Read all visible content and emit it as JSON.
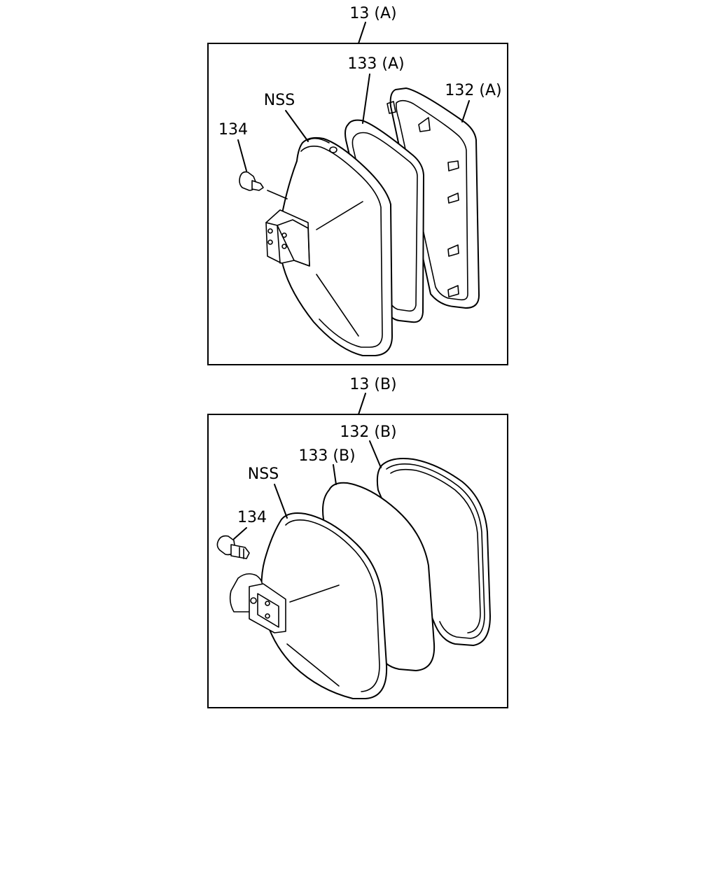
{
  "assemblies": [
    {
      "title": "13 (A)",
      "labels": {
        "backing_plate": "133 (A)",
        "mirror_glass": "132 (A)",
        "housing": "NSS",
        "screw": "134"
      }
    },
    {
      "title": "13 (B)",
      "labels": {
        "backing_plate": "133 (B)",
        "mirror_glass": "132 (B)",
        "housing": "NSS",
        "screw": "134"
      }
    }
  ]
}
